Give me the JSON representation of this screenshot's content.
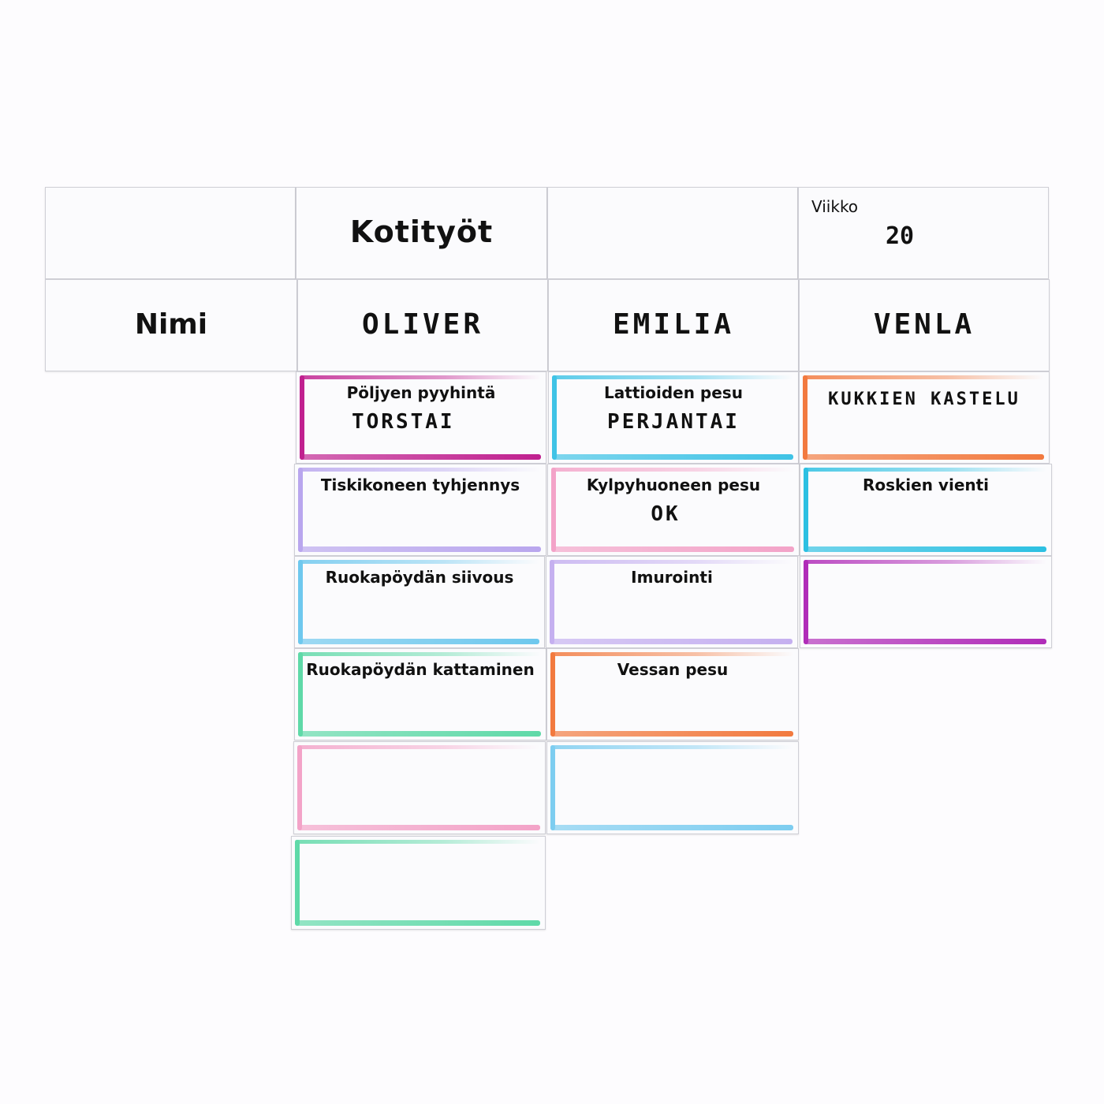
{
  "header": {
    "title": "Kotityöt",
    "week_label": "Viikko",
    "week_value": "20",
    "name_label": "Nimi"
  },
  "people": [
    "OLIVER",
    "EMILIA",
    "VENLA"
  ],
  "chores": {
    "oliver": [
      {
        "label": "Pöljyen pyyhintä",
        "note": "TORSTAI",
        "color": "#c0208f"
      },
      {
        "label": "Tiskikoneen tyhjennys",
        "note": "",
        "color": "#b9a6ee"
      },
      {
        "label": "Ruokapöydän siivous",
        "note": "",
        "color": "#6ec8ee"
      },
      {
        "label": "Ruokapöydän kattaminen",
        "note": "",
        "color": "#5fd9a8"
      },
      {
        "label": "",
        "note": "",
        "color": "#f3a3c8"
      },
      {
        "label": "",
        "note": "",
        "color": "#5fd9a8"
      }
    ],
    "emilia": [
      {
        "label": "Lattioiden pesu",
        "note": "PERJANTAI",
        "color": "#3fc3e6"
      },
      {
        "label": "Kylpyhuoneen pesu",
        "note": "OK",
        "color": "#f3a3c8"
      },
      {
        "label": "Imurointi",
        "note": "",
        "color": "#c5b0f0"
      },
      {
        "label": "Vessan pesu",
        "note": "",
        "color": "#f27a3f"
      },
      {
        "label": "",
        "note": "",
        "color": "#7dcdf0"
      }
    ],
    "venla": [
      {
        "label": "KUKKIEN KASTELU",
        "note": "",
        "color": "#f27a3f"
      },
      {
        "label": "Roskien vienti",
        "note": "",
        "color": "#2cc0e2"
      },
      {
        "label": "",
        "note": "",
        "color": "#b02cb8"
      }
    ]
  }
}
